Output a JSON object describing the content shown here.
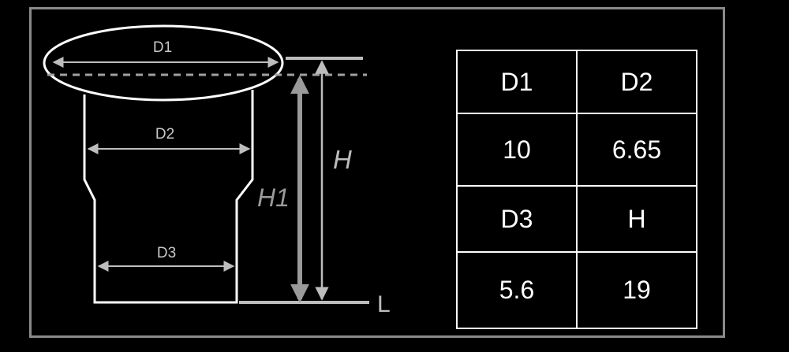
{
  "diagram": {
    "labels": {
      "d1": "D1",
      "d2": "D2",
      "d3": "D3",
      "h": "H",
      "h1": "H1",
      "l": "L"
    }
  },
  "table": {
    "rows": [
      [
        "D1",
        "D2"
      ],
      [
        "10",
        "6.65"
      ],
      [
        "D3",
        "H"
      ],
      [
        "5.6",
        "19"
      ]
    ]
  },
  "colors": {
    "background": "#000000",
    "outline": "#ffffff",
    "dimension": "#bdbdbd",
    "frame": "#8a8a8a"
  }
}
